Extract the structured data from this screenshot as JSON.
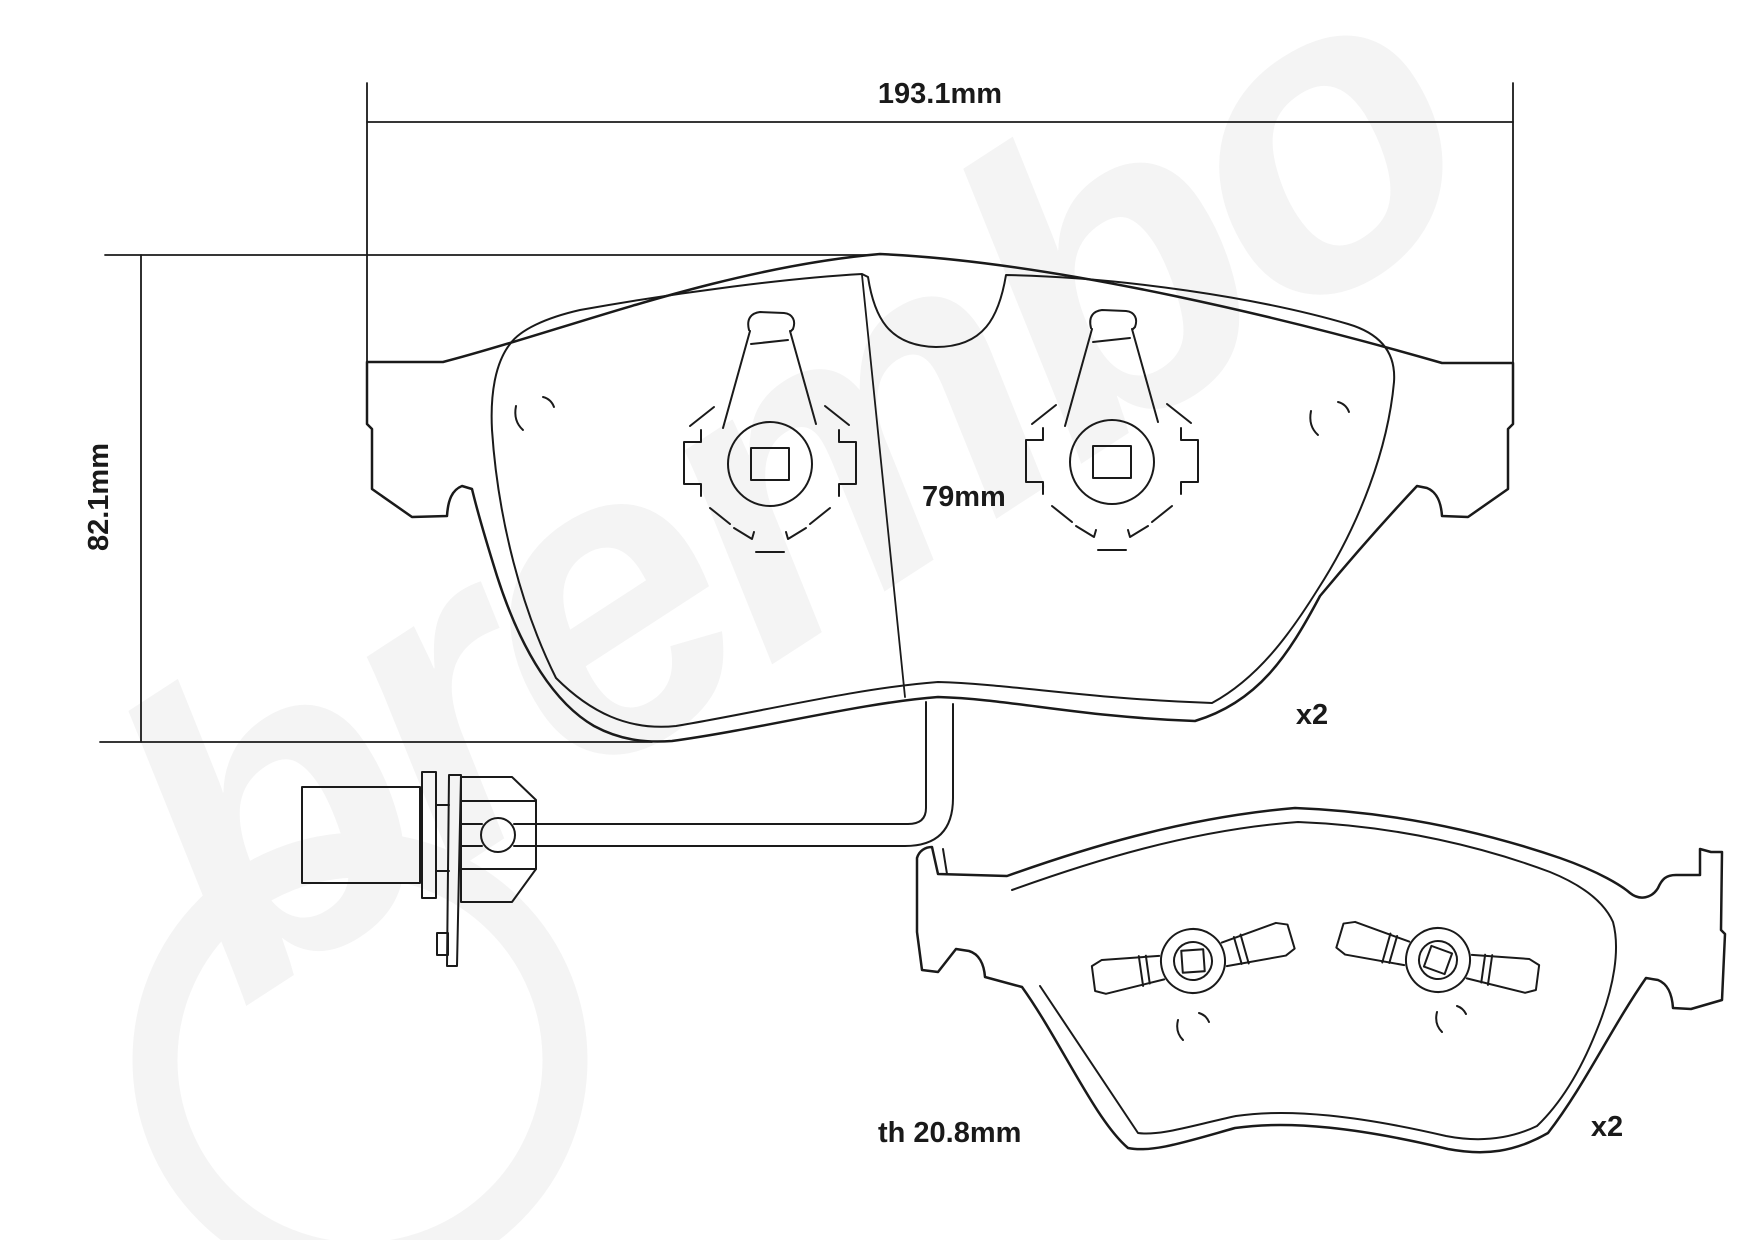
{
  "diagram": {
    "watermark": "brembo",
    "labels": {
      "width": "193.1mm",
      "height": "82.1mm",
      "pad_height": "79mm",
      "qty_front": "x2",
      "thickness": "th 20.8mm",
      "qty_angled": "x2"
    },
    "colors": {
      "line": "#1a1a1a",
      "background": "#ffffff",
      "watermark": "#f4f4f4"
    }
  }
}
